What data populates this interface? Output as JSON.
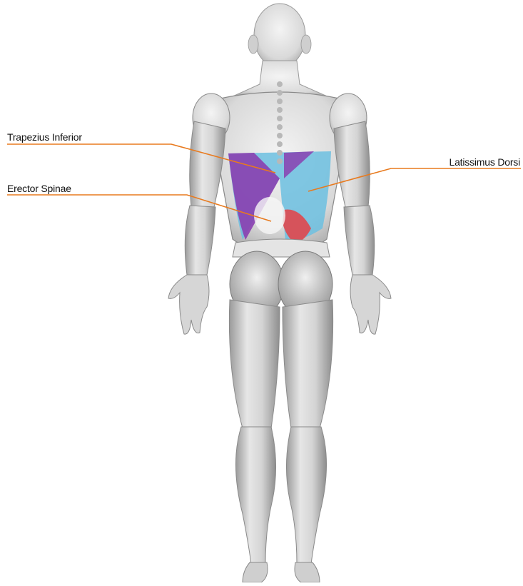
{
  "labels": {
    "trapezius_inferior": "Trapezius Inferior",
    "erector_spinae": "Erector Spinae",
    "latissimus_dorsi": "Latissimus Dorsi"
  },
  "colors": {
    "leader_line": "#e87a1e",
    "trapezius_inferior": "#8a3fb0",
    "erector_spinae": "#e0474c",
    "latissimus_dorsi": "#6cc0e0",
    "body_light": "#f2f2f2",
    "body_mid": "#cfcfcf",
    "body_dark": "#8a8a8a"
  },
  "figure": {
    "view": "posterior",
    "subject": "human-muscular-figure"
  }
}
